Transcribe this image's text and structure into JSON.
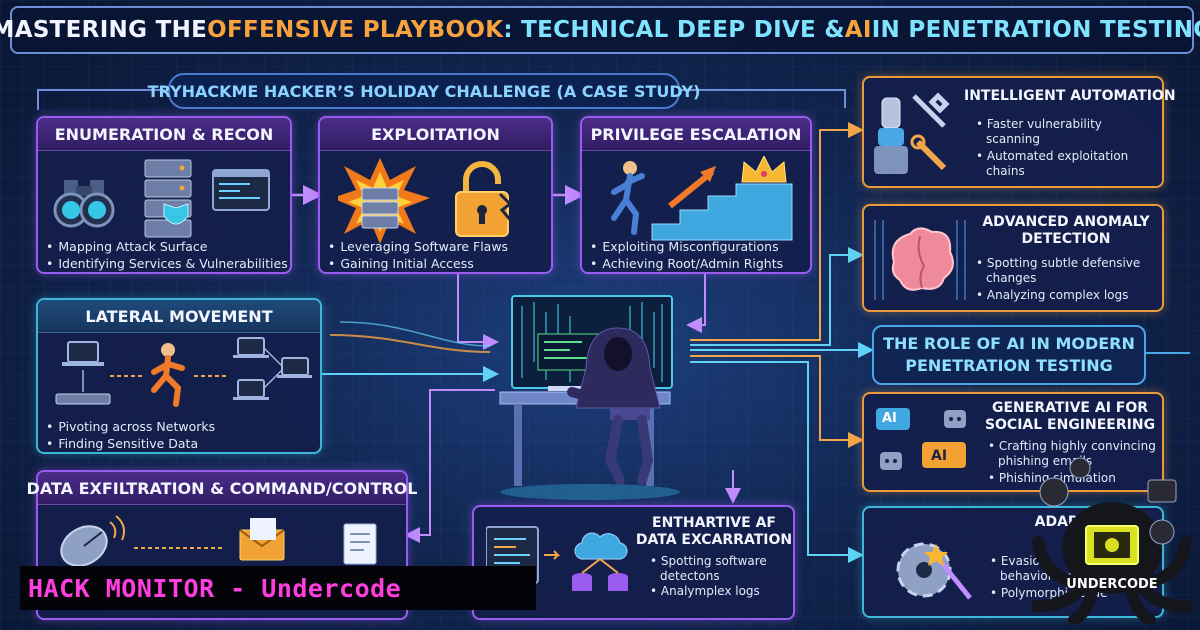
{
  "title": {
    "part1": "MASTERING THE ",
    "part2": "OFFENSIVE PLAYBOOK",
    "part3": ": TECHNICAL DEEP DIVE & ",
    "part4": "AI",
    "part5": " IN PENETRATION TESTING"
  },
  "subtitle": "TRYHACKME HACKER’S HOLIDAY CHALLENGE (A CASE STUDY)",
  "phases": {
    "enumeration": {
      "title": "ENUMERATION & RECON",
      "bullets": [
        "Mapping Attack Surface",
        "Identifying Services & Vulnerabilities"
      ]
    },
    "exploitation": {
      "title": "EXPLOITATION",
      "bullets": [
        "Leveraging Software Flaws",
        "Gaining Initial Access"
      ]
    },
    "privilege": {
      "title": "PRIVILEGE ESCALATION",
      "bullets": [
        "Exploiting Misconfigurations",
        "Achieving Root/Admin Rights"
      ]
    },
    "lateral": {
      "title": "LATERAL MOVEMENT",
      "bullets": [
        "Pivoting across Networks",
        "Finding Sensitive Data"
      ]
    },
    "exfil": {
      "title": "DATA EXFILTRATION & COMMAND/CONTROL",
      "bullets": []
    },
    "excarnation": {
      "title_line1": "ENTHARTIVE AF",
      "title_line2": "DATA EXCARRATION",
      "bullets": [
        "Spotting software",
        "detectons",
        "Analymplex logs"
      ]
    }
  },
  "ai_panels": {
    "automation": {
      "title": "INTELLIGENT AUTOMATION",
      "bullets": [
        "Faster vulnerability",
        "scanning",
        "Automated exploitation",
        "chains"
      ]
    },
    "anomaly": {
      "title_line1": "ADVANCED ANOMALY",
      "title_line2": "DETECTION",
      "bullets": [
        "Spotting subtle defensive",
        "changes",
        "Analyzing complex logs"
      ]
    },
    "role": {
      "line1": "THE ROLE OF AI IN MODERN",
      "line2": "PENETRATION TESTING"
    },
    "generative": {
      "title_line1": "GENERATIVE AI FOR",
      "title_line2": "SOCIAL ENGINEERING",
      "bullets": [
        "Crafting highly convincing",
        "phishing emails",
        "Phishing simulation"
      ],
      "chip1": "AI",
      "chip2": "AI"
    },
    "adaptive": {
      "title_line1": "ADAPTIVE",
      "title_line2": "GE",
      "bullets": [
        "Evasion",
        "behavioral defenses",
        "Polymorphic code"
      ]
    }
  },
  "banner": "HACK MONITOR - Undercode",
  "logo_text": "UNDERCODE",
  "colors": {
    "accent_orange": "#f7a23c",
    "accent_cyan": "#7fe3ff",
    "purple_border": "#9a5cf0",
    "cyan_border": "#3fb6d8",
    "orange_border": "#e89a3c",
    "banner_text": "#ff3ee0"
  }
}
